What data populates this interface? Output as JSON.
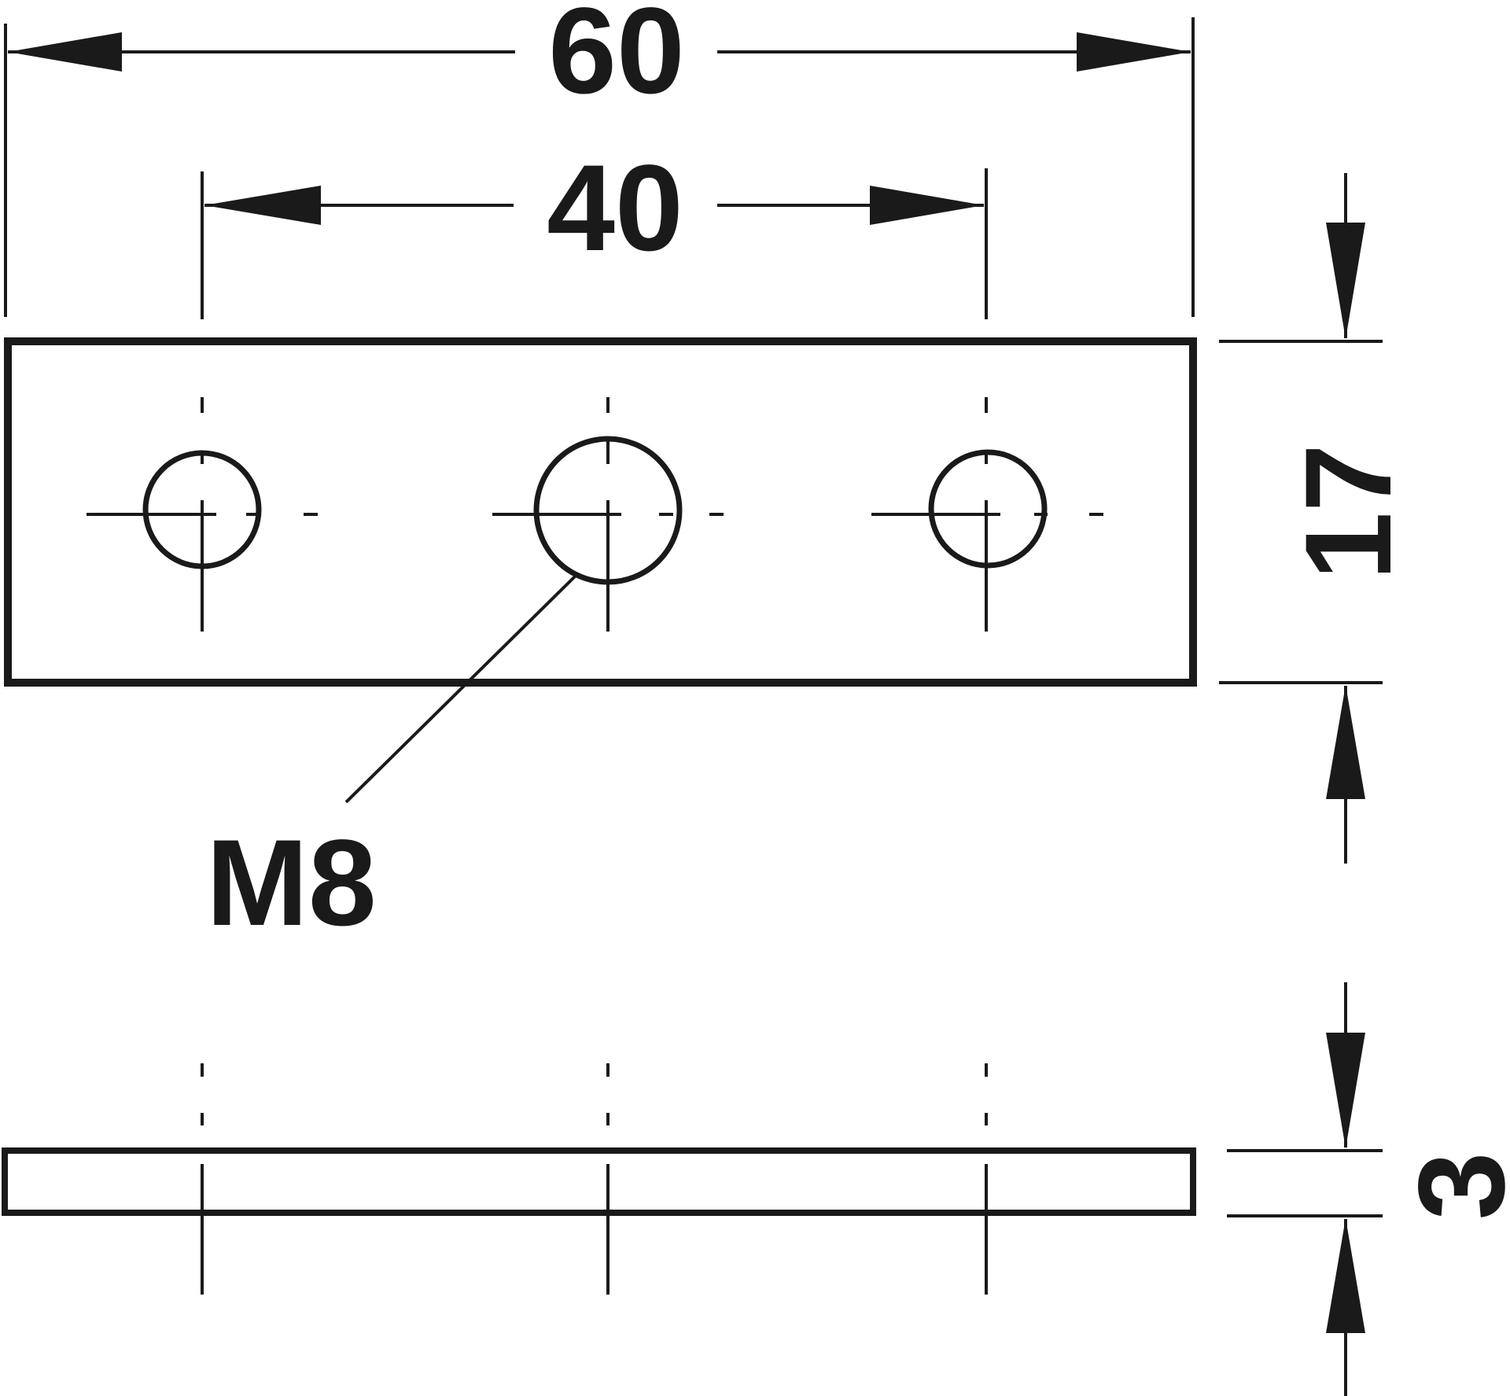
{
  "drawing": {
    "top_view": {
      "holes": [
        "",
        "",
        ""
      ],
      "thread_label": "M8"
    },
    "side_view": {
      "holes": [
        "",
        "",
        ""
      ]
    },
    "dimensions": {
      "overall_length": "60",
      "hole_spacing": "40",
      "width": "17",
      "thickness": "3"
    },
    "colors": {
      "line": "#1a1a1a",
      "background": "#ffffff"
    }
  }
}
